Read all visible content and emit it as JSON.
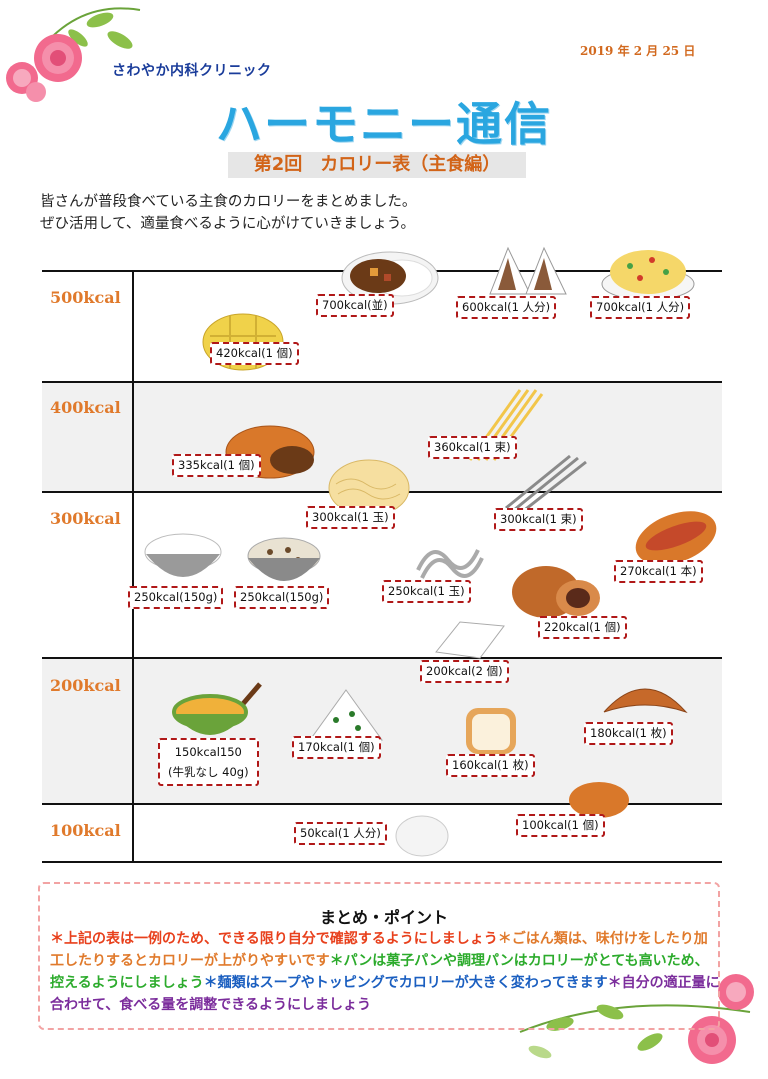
{
  "header": {
    "clinic": "さわやか内科クリニック",
    "date": "2019 年 2 月 25 日",
    "title": "ハーモニー通信",
    "subtitle": "第2回　カロリー表（主食編）",
    "intro_1": "皆さんが普段食べている主食のカロリーをまとめました。",
    "intro_2": "ぜひ活用して、適量食べるように心がけていきましょう。"
  },
  "levels": [
    "500kcal",
    "400kcal",
    "300kcal",
    "200kcal",
    "100kcal"
  ],
  "labels": {
    "curry": "700kcal(並)",
    "sandwich": "600kcal(1 人分)",
    "fried_rice": "700kcal(1 人分)",
    "melon_pan": "420kcal(1 個)",
    "pasta": "360kcal(1 束)",
    "curry_pan": "335kcal(1 個)",
    "ramen": "300kcal(1 玉)",
    "soba": "300kcal(1 束)",
    "rice": "250kcal(150g)",
    "mixed_rice": "250kcal(150g)",
    "udon": "250kcal(1 玉)",
    "koppe_pan": "270kcal(1 本)",
    "anpan": "220kcal(1 個)",
    "mochi": "200kcal(2 個)",
    "cereal_1": "150kcal150",
    "cereal_2": "(牛乳なし 40g)",
    "onigiri": "170kcal(1 個)",
    "toast": "160kcal(1 枚)",
    "croissant": "180kcal(1 枚)",
    "oatmeal": "50kcal(1 人分)",
    "roll": "100kcal(1 個)"
  },
  "points": {
    "title": "まとめ・ポイント",
    "p1": "＊上記の表は一例のため、できる限り自分で確認するようにしましょう",
    "p2": "＊ごはん類は、味付けをしたり加工したりするとカロリーが上がりやすいです",
    "p3": "＊パンは菓子パンや調理パンはカロリーがとても高いため、控えるようにしましょう",
    "p4": "＊麺類はスープやトッピングでカロリーが大きく変わってきます",
    "p5": "＊自分の適正量に合わせて、食べる量を調整できるようにしましょう"
  },
  "colors": {
    "title": "#2aa6e0",
    "level": "#e07a2c",
    "tag_border": "#b01818",
    "point_border": "#f2a3a3"
  }
}
